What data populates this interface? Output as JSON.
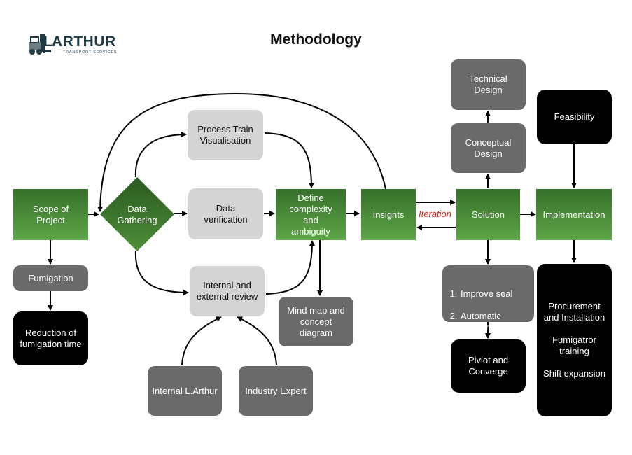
{
  "title": "Methodology",
  "logo": {
    "text": "ARTHUR",
    "letter_l": "L",
    "subtitle": "TRANSPORT SERVICES"
  },
  "nodes": {
    "scope": "Scope of\nProject",
    "fumigation": "Fumigation",
    "reduction": "Reduction of\nfumigation time",
    "data_gathering": "Data\nGathering",
    "process_train": "Process Train\nVisualisation",
    "data_verification": "Data\nverification",
    "internal_external": "Internal and\nexternal review",
    "internal_larthur": "Internal L.Arthur",
    "industry_expert": "Industry Expert",
    "define_complexity": "Define\ncomplexity\nand\nambiguity",
    "mind_map": "Mind map and\nconcept\ndiagram",
    "insights": "Insights",
    "iteration": "Iteration",
    "solution": "Solution",
    "conceptual_design": "Conceptual\nDesign",
    "technical_design": "Technical\nDesign",
    "improve_list": [
      "Improve seal",
      "Automatic\nreading"
    ],
    "pivot": "Piviot and\nConverge",
    "feasibility": "Feasibility",
    "implementation": "Implementation",
    "implementation_details": "Procurement\nand Installation\n\nFumigatror\ntraining\n\nShift expansion"
  },
  "colors": {
    "green_top": "#36702a",
    "green_bottom": "#5ea548",
    "iteration": "#d8261c",
    "light_gray": "#d4d4d4",
    "dark_gray": "#6a6a6a"
  }
}
